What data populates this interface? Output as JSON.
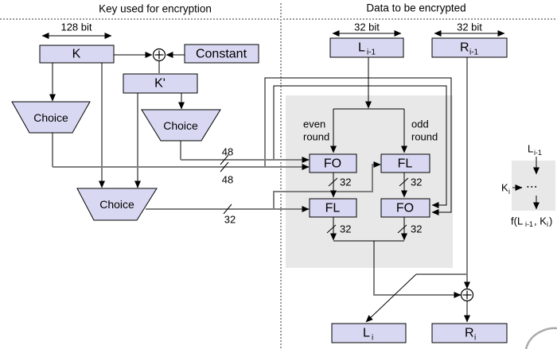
{
  "colors": {
    "box_fill": "#d8d8f2",
    "shade_fill": "#e8e8e8",
    "line_gray": "#7f7f7f",
    "watermark": "#aaaaaa"
  },
  "titles": {
    "left": "Key used for encryption",
    "right": "Data to be encrypted"
  },
  "key_schedule": {
    "bit_width": "128 bit",
    "k": "K",
    "constant": "Constant",
    "k_prime": "K'",
    "choice1": "Choice",
    "choice2": "Choice",
    "choice3": "Choice",
    "bus48_upper": "48",
    "bus48_lower": "48",
    "bus32": "32"
  },
  "data_path": {
    "l_bits": "32 bit",
    "r_bits": "32 bit",
    "l_in_main": "L",
    "l_in_sub": "i-1",
    "r_in_main": "R",
    "r_in_sub": "i-1",
    "even1": "even",
    "even2": "round",
    "odd1": "odd",
    "odd2": "round",
    "fo_top": "FO",
    "fl_top": "FL",
    "fl_bottom": "FL",
    "fo_bottom": "FO",
    "bus32_fo_top": "32",
    "bus32_fl_top": "32",
    "bus32_fl_bottom": "32",
    "bus32_fo_bottom": "32",
    "l_out_main": "L",
    "l_out_sub": "i",
    "r_out_main": "R",
    "r_out_sub": "i"
  },
  "f_summary": {
    "in_main": "L",
    "in_sub": "i-1",
    "key_main": "K",
    "key_sub": "i",
    "dots": "⋯",
    "out_p1": "f(L",
    "out_sub1": "i-1",
    "out_p2": ", K",
    "out_sub2": "i",
    "out_p3": ")"
  }
}
